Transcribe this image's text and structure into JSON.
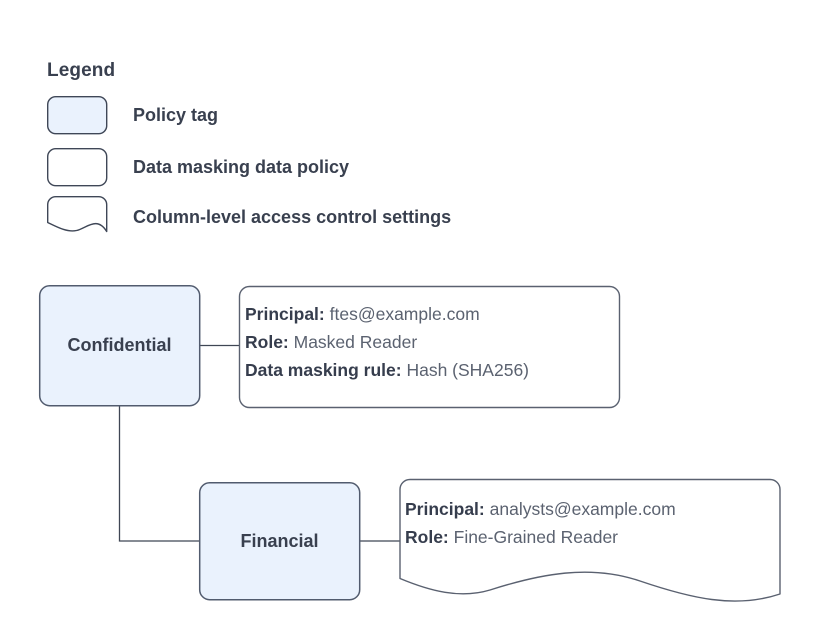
{
  "legend": {
    "title": "Legend",
    "items": [
      {
        "label": "Policy tag",
        "swatch": "rounded-rect-filled",
        "fill": "#eaf2fd",
        "stroke": "#3f4757"
      },
      {
        "label": "Data masking data policy",
        "swatch": "rounded-rect-outline",
        "fill": "#ffffff",
        "stroke": "#3f4757"
      },
      {
        "label": "Column-level access control settings",
        "swatch": "document-wave-shape",
        "fill": "#ffffff",
        "stroke": "#3f4757"
      }
    ]
  },
  "diagram": {
    "nodes": [
      {
        "id": "confidential",
        "label": "Confidential",
        "type": "policy-tag",
        "fill": "#eaf2fd",
        "stroke": "#515b6e"
      },
      {
        "id": "financial",
        "label": "Financial",
        "type": "policy-tag",
        "fill": "#eaf2fd",
        "stroke": "#515b6e"
      }
    ],
    "callouts": [
      {
        "id": "confidential-data-policy",
        "shape": "rounded-rect",
        "attached_to": "confidential",
        "rows": [
          {
            "label": "Principal:",
            "value": "ftes@example.com"
          },
          {
            "label": "Role:",
            "value": "Masked Reader"
          },
          {
            "label": "Data masking rule:",
            "value": "Hash (SHA256)"
          }
        ]
      },
      {
        "id": "financial-access-control",
        "shape": "document-wave",
        "attached_to": "financial",
        "rows": [
          {
            "label": "Principal:",
            "value": "analysts@example.com"
          },
          {
            "label": "Role:",
            "value": "Fine-Grained Reader"
          }
        ]
      }
    ],
    "connectors": [
      {
        "from": "confidential",
        "to": "confidential-data-policy",
        "style": "straight"
      },
      {
        "from": "financial",
        "to": "financial-access-control",
        "style": "straight"
      },
      {
        "from": "confidential",
        "to": "financial",
        "style": "elbow"
      }
    ]
  },
  "colors": {
    "node_fill": "#eaf2fd",
    "node_stroke": "#515b6e",
    "callout_stroke": "#5a6170",
    "connector": "#3f4654",
    "text_bold": "#39404f",
    "text_value": "#5b6270",
    "background": "#ffffff"
  }
}
